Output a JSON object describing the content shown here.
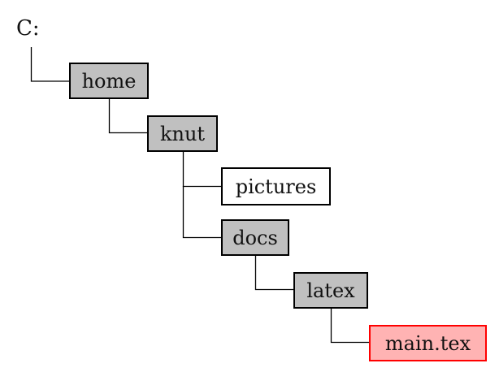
{
  "tree": {
    "root": "C:",
    "nodes": [
      {
        "label": "home",
        "depth": 1,
        "style": "directory"
      },
      {
        "label": "knut",
        "depth": 2,
        "style": "directory"
      },
      {
        "label": "pictures",
        "depth": 3,
        "style": "plain"
      },
      {
        "label": "docs",
        "depth": 3,
        "style": "directory"
      },
      {
        "label": "latex",
        "depth": 4,
        "style": "directory"
      },
      {
        "label": "main.tex",
        "depth": 5,
        "style": "highlighted"
      }
    ]
  },
  "colors": {
    "directory_fill": "#c0c0c0",
    "highlight_fill": "#ffb3b3",
    "highlight_border": "#ff0000",
    "line": "#000000"
  }
}
